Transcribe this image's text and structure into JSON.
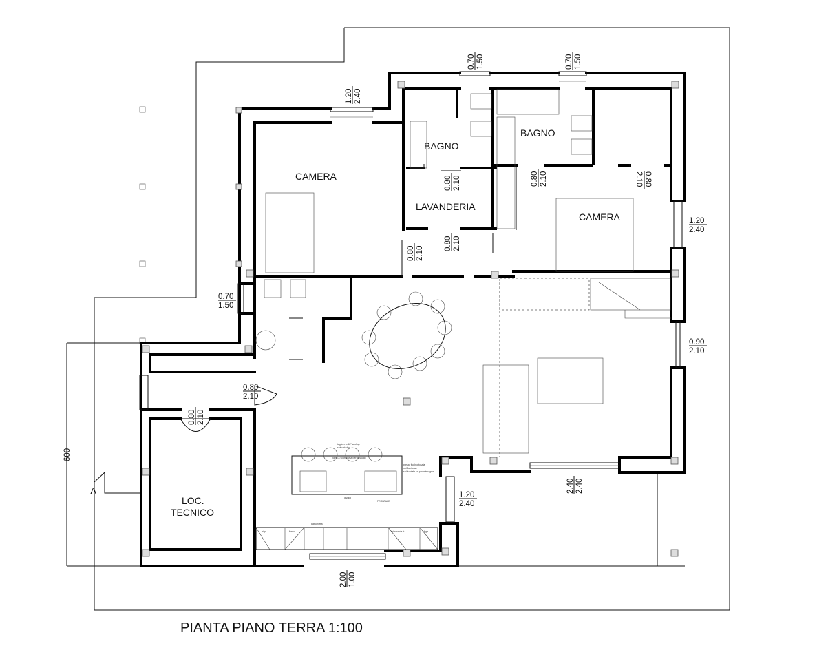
{
  "rooms": {
    "camera_1": "CAMERA",
    "bagno_1": "BAGNO",
    "bagno_2": "BAGNO",
    "lavanderia": "LAVANDERIA",
    "camera_2": "CAMERA",
    "loc_tecnico_1": "LOC.",
    "loc_tecnico_2": "TECNICO"
  },
  "openings": [
    {
      "id": "top_bagno",
      "top": "0.70",
      "bottom": "1.50"
    },
    {
      "id": "top_bagno2",
      "top": "0.70",
      "bottom": "1.50"
    },
    {
      "id": "top_camera",
      "top": "1.20",
      "bottom": "2.40"
    },
    {
      "id": "bagno_door",
      "top": "0.80",
      "bottom": "2.10"
    },
    {
      "id": "bagno2_door",
      "top": "0.80",
      "bottom": "2.10"
    },
    {
      "id": "camera2_door",
      "top": "0.80",
      "bottom": "2.10"
    },
    {
      "id": "lav_door",
      "top": "0.80",
      "bottom": "2.10"
    },
    {
      "id": "camera1_door",
      "top": "0.80",
      "bottom": "2.10"
    },
    {
      "id": "right_window",
      "top": "1.20",
      "bottom": "2.40"
    },
    {
      "id": "left_window",
      "top": "0.70",
      "bottom": "1.50"
    },
    {
      "id": "right_door",
      "top": "0.90",
      "bottom": "2.10"
    },
    {
      "id": "tec_door",
      "top": "0.80",
      "bottom": "2.10"
    },
    {
      "id": "loc_door",
      "top": "0.80",
      "bottom": "2.10"
    },
    {
      "id": "living_window",
      "top": "1.20",
      "bottom": "2.40"
    },
    {
      "id": "sliding",
      "top": "2.40",
      "bottom": "2.40"
    },
    {
      "id": "kitchen_window",
      "top": "2.00",
      "bottom": "1.00"
    }
  ],
  "section": {
    "overall_dim": "600",
    "marker": "A"
  },
  "annotations": {
    "island_note_1": "tagliere a 48° scollup",
    "island_note_2": "sotto stadio",
    "island_note_3": "piano a scomparsa per lo studio",
    "side_note_1": "presa: frullino tosala",
    "side_note_2": "sul flanito sn",
    "side_note_3": "sul frontale sn per crispagna",
    "lavello": "lavatoi",
    "frontale": "FRONTALE",
    "frigo": "frigo",
    "forno": "forno",
    "dispensa": "pattumiera",
    "micro": "microonde +",
    "ofrga": "ofrga"
  },
  "title": "PIANTA PIANO TERRA 1:100"
}
